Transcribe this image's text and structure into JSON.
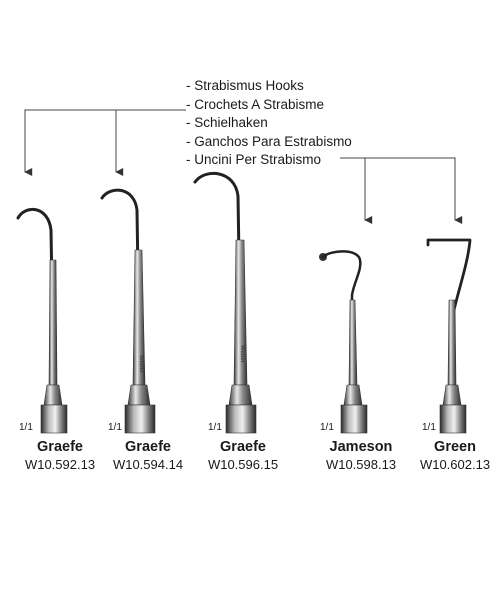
{
  "titles": [
    "- Strabismus Hooks",
    "- Crochets A Strabisme",
    "- Schielhaken",
    "- Ganchos Para Estrabismo",
    "- Uncini Per Strabismo"
  ],
  "scale_label": "1/1",
  "brand_mark": "Weber",
  "instruments": [
    {
      "name": "Graefe",
      "code": "W10.592.13"
    },
    {
      "name": "Graefe",
      "code": "W10.594.14"
    },
    {
      "name": "Graefe",
      "code": "W10.596.15"
    },
    {
      "name": "Jameson",
      "code": "W10.598.13"
    },
    {
      "name": "Green",
      "code": "W10.602.13"
    }
  ]
}
